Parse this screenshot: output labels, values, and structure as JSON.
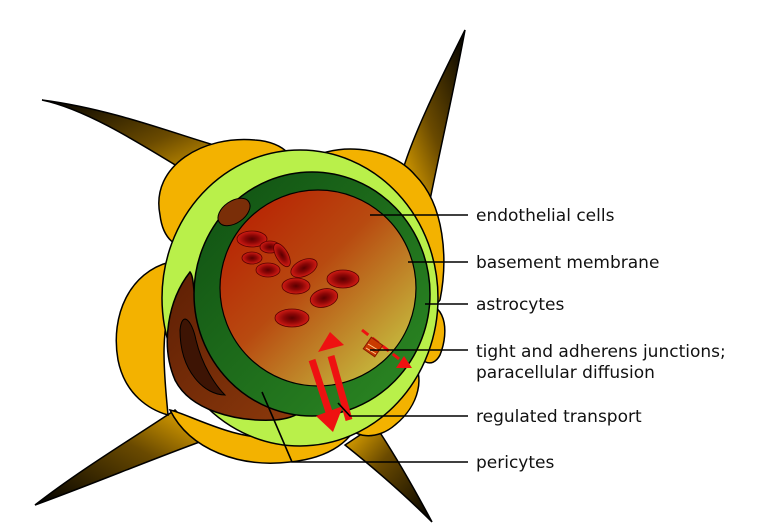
{
  "labels": {
    "endothelial": "endothelial cells",
    "basement": "basement membrane",
    "astrocytes": "astrocytes",
    "junctions_line1": "tight and adherens junctions;",
    "junctions_line2": "paracellular diffusion",
    "transport": "regulated transport",
    "pericytes": "pericytes"
  },
  "colors": {
    "astrocyte": "#f3b200",
    "astrocyte_dark": "#3a2a00",
    "basement_membrane": "#b9f04a",
    "endothelium": "#1f6e1f",
    "lumen_red": "#b81800",
    "lumen_yellow": "#c9d84a",
    "pericyte": "#7a2e08",
    "pericyte_nucleus": "#3d1404",
    "blood_cell": "#b01010",
    "arrow": "#ee1111"
  }
}
